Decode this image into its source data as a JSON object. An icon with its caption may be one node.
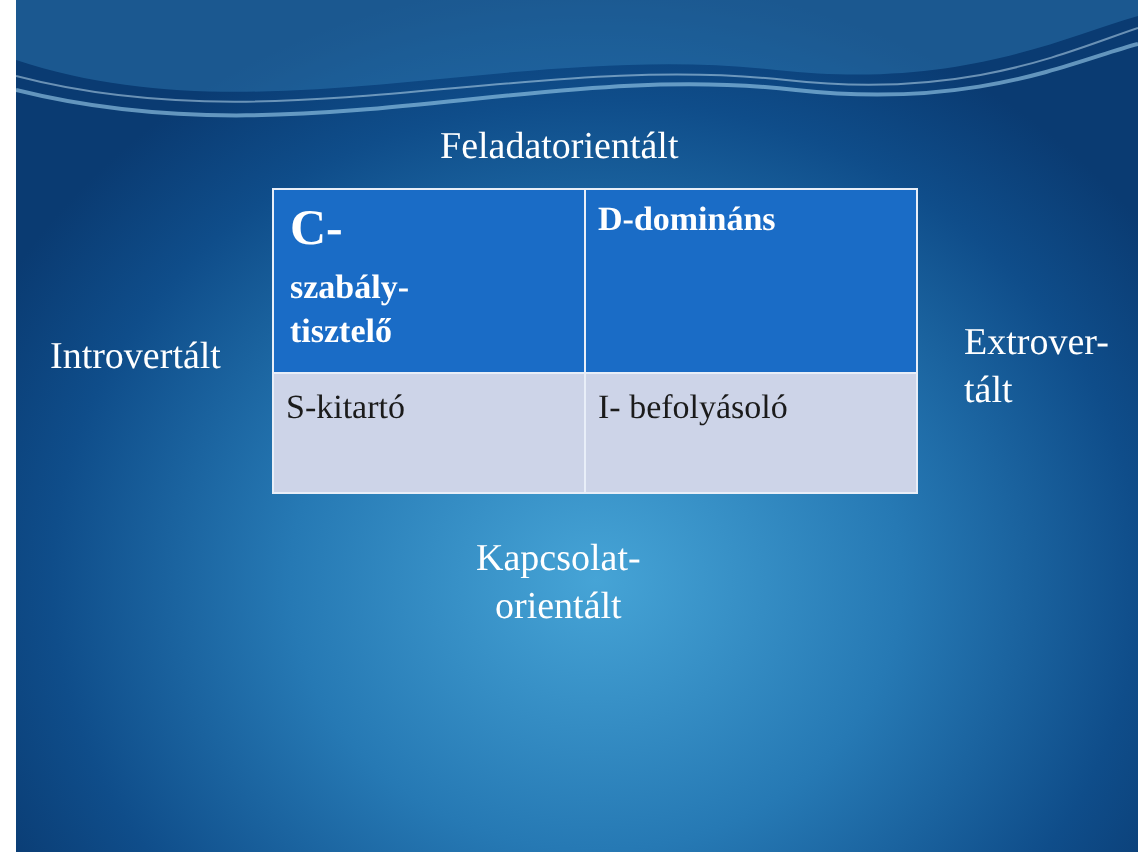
{
  "diagram": {
    "labels": [
      "Feladatorientált",
      "C-",
      "szabály- tisztelő",
      "D-domináns",
      "Introvertált",
      "Extrover- tált",
      "S-kitartó",
      "I- befolyásoló",
      "Kapcsolat- orientált"
    ]
  }
}
